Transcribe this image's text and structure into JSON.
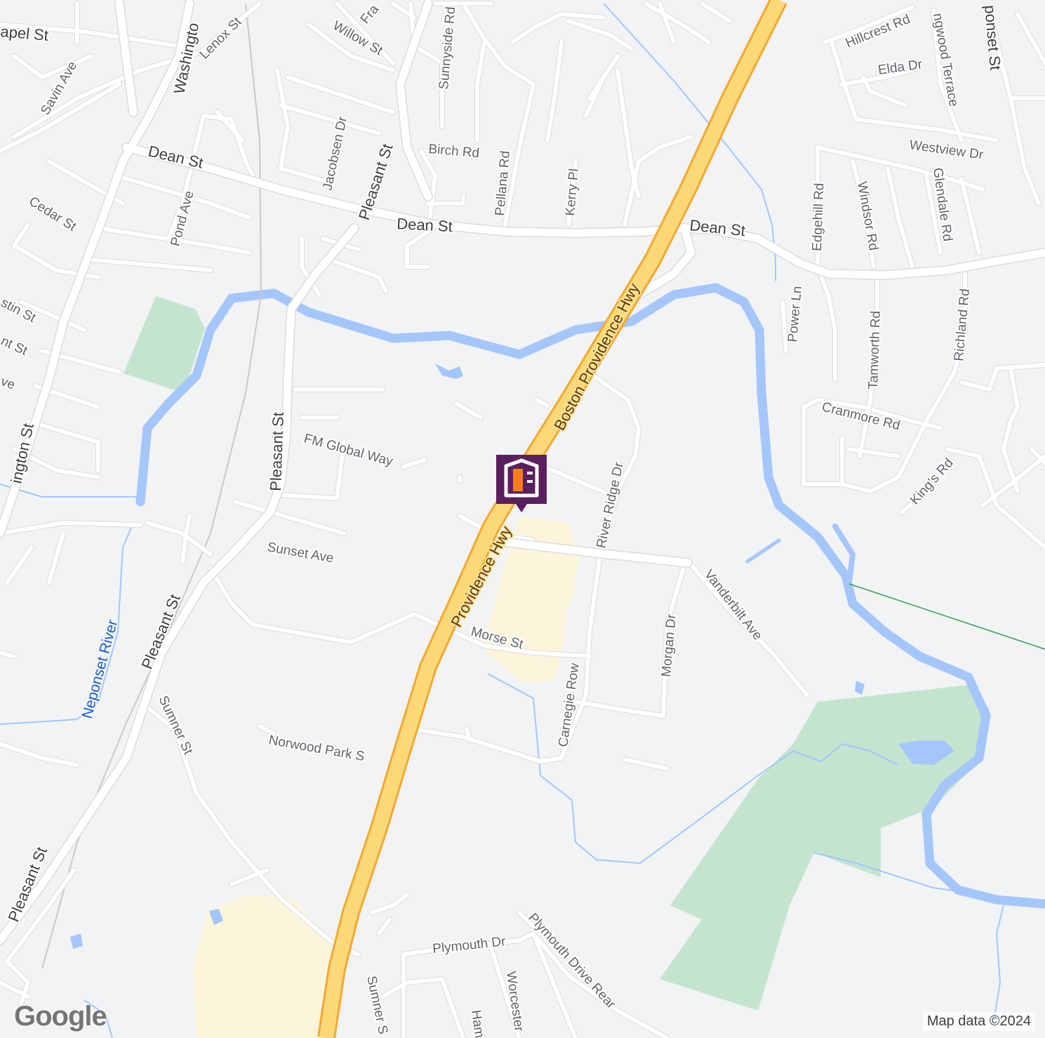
{
  "colors": {
    "land": "#f1f3f4",
    "road": "#ffffff",
    "road_edge": "#dadce0",
    "highway": "#fdd878",
    "highway_edge": "#f2a931",
    "water": "#a4c6fb",
    "park": "#c4e4d0",
    "commercial": "#fdf4dc",
    "marker": "#5b1f5e",
    "marker_accent": "#f57f17",
    "trail": "#3a9a57"
  },
  "streets": {
    "chapel_st": "apel St",
    "washington_st_top": "Washingto",
    "lenox_st": "Lenox St",
    "franklin_st": "Fra",
    "willow_st": "Willow St",
    "sunnyside_rd": "Sunnyside Rd",
    "hillcrest_rd": "Hillcrest Rd",
    "longwood_terrace": "ngwood Terrace",
    "neponset_st": "ponset St",
    "elda_dr": "Elda Dr",
    "savin_ave": "Savin Ave",
    "dean_st_west": "Dean St",
    "jacobsen_dr": "Jacobsen Dr",
    "pleasant_st_north": "Pleasant St",
    "birch_rd": "Birch Rd",
    "pellana_rd": "Pellana Rd",
    "kerry_pl": "Kerry Pl",
    "westview_dr": "Westview Dr",
    "glendale_rd": "Glendale Rd",
    "edgehill_rd": "Edgehill Rd",
    "windsor_rd": "Windsor Rd",
    "cedar_st": "Cedar St",
    "pond_ave": "Pond Ave",
    "dean_st_mid": "Dean St",
    "dean_st_east": "Dean St",
    "boston_providence_hwy": "Boston Providence Hwy",
    "power_ln": "Power Ln",
    "tamworth_rd": "Tamworth Rd",
    "richland_rd": "Richland Rd",
    "austin_st": "stin St",
    "unt_st": "nt St",
    "ve": "ve",
    "washington_st_west": "ington St",
    "pleasant_st_mid": "Pleasant St",
    "fm_global_way": "FM Global Way",
    "cranmore_rd": "Cranmore Rd",
    "kings_rd": "King's Rd",
    "river_ridge_dr": "River Ridge Dr",
    "sunset_ave": "Sunset Ave",
    "providence_hwy": "Providence Hwy",
    "vanderbilt_ave": "Vanderbilt Ave",
    "morgan_dr": "Morgan Dr",
    "morse_st": "Morse St",
    "carnegie_row": "Carnegie Row",
    "pleasant_st_south": "Pleasant St",
    "sumner_st": "Sumner St",
    "norwood_park_s": "Norwood Park S",
    "pleasant_st_sw": "Pleasant St",
    "plymouth_dr": "Plymouth Dr",
    "plymouth_drive_rear": "Plymouth Drive Rear",
    "worcester": "Worcester",
    "ham": "Ham",
    "sumner_s_south": "Sumner S"
  },
  "water_labels": {
    "neponset_river": "Neponset River"
  },
  "marker": {
    "icon": "storage-facility-icon"
  },
  "branding": {
    "logo": "Google",
    "attribution": "Map data ©2024"
  }
}
